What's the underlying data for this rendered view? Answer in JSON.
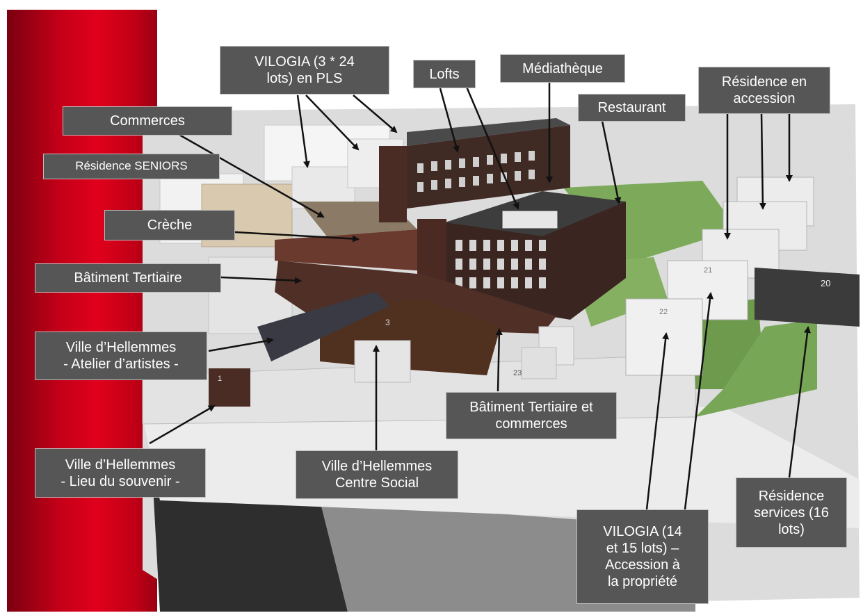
{
  "labels": {
    "vilogia_pls": "VILOGIA  (3 * 24\nlots) en PLS",
    "lofts": "Lofts",
    "mediatheque": "Médiathèque",
    "residence_accession": "Résidence en\naccession",
    "restaurant": "Restaurant",
    "commerces": "Commerces",
    "residence_seniors": "Résidence SENIORS",
    "creche": "Crèche",
    "batiment_tertiaire": "Bâtiment Tertiaire",
    "atelier_artistes": "Ville d’Hellemmes\n- Atelier d’artistes -",
    "tertiaire_commerces": "Bâtiment Tertiaire et\ncommerces",
    "lieu_souvenir": "Ville d’Hellemmes\n- Lieu du souvenir -",
    "centre_social": "Ville d’Hellemmes\nCentre Social",
    "residence_services": "Résidence\nservices (16\nlots)",
    "vilogia_accession": "VILOGIA (14\net 15 lots) –\nAccession à\nla propriété"
  },
  "building_numbers": {
    "n3": "3",
    "n22": "22",
    "n21": "21",
    "n20": "20",
    "n23": "23",
    "n1": "1"
  },
  "colors": {
    "label_bg": "#565656",
    "label_text": "#ffffff",
    "red_band": "#e0001c",
    "arrow": "#111111"
  }
}
